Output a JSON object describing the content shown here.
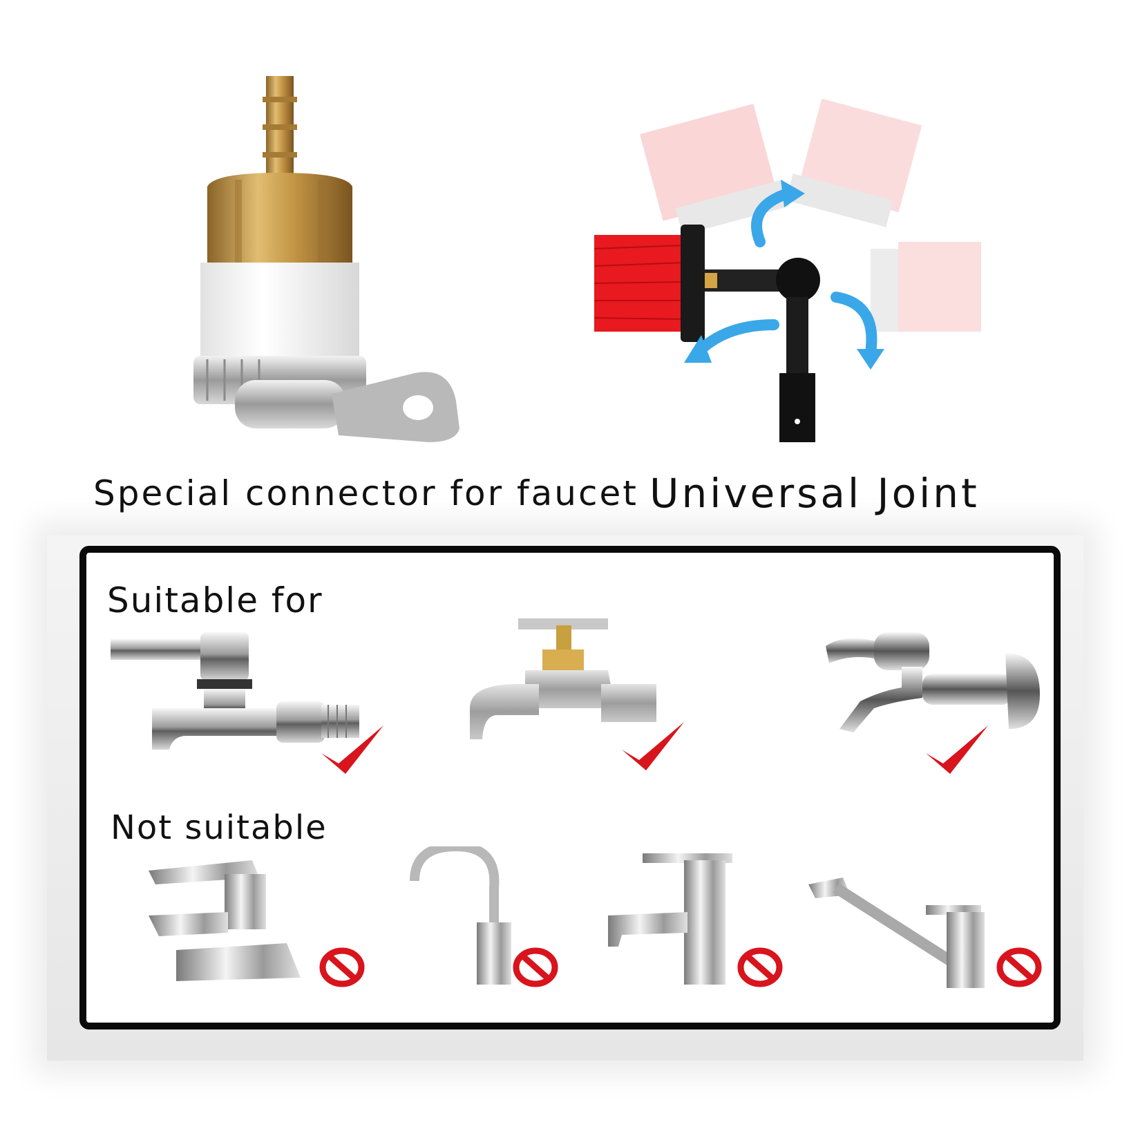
{
  "captions": {
    "connector": "Special connector for faucet",
    "joint": "Universal Joint"
  },
  "panel": {
    "suitable_label": "Suitable for",
    "not_suitable_label": "Not suitable"
  },
  "suitable_items": [
    {
      "icon": "lever-tap-icon",
      "mark": "check-mark-icon"
    },
    {
      "icon": "cross-handle-tap-icon",
      "mark": "check-mark-icon"
    },
    {
      "icon": "wall-lever-tap-icon",
      "mark": "check-mark-icon"
    }
  ],
  "not_suitable_items": [
    {
      "icon": "basin-mixer-icon",
      "mark": "prohibited-icon"
    },
    {
      "icon": "gooseneck-faucet-icon",
      "mark": "prohibited-icon"
    },
    {
      "icon": "single-lever-basin-faucet-icon",
      "mark": "prohibited-icon"
    },
    {
      "icon": "long-spout-faucet-icon",
      "mark": "prohibited-icon"
    }
  ],
  "colors": {
    "check": "#d8141c",
    "prohibited": "#d8141c",
    "brass": "#c99a4a",
    "arrow": "#3aa7e8",
    "bristle": "#e8191f",
    "border": "#0a0a0a"
  }
}
